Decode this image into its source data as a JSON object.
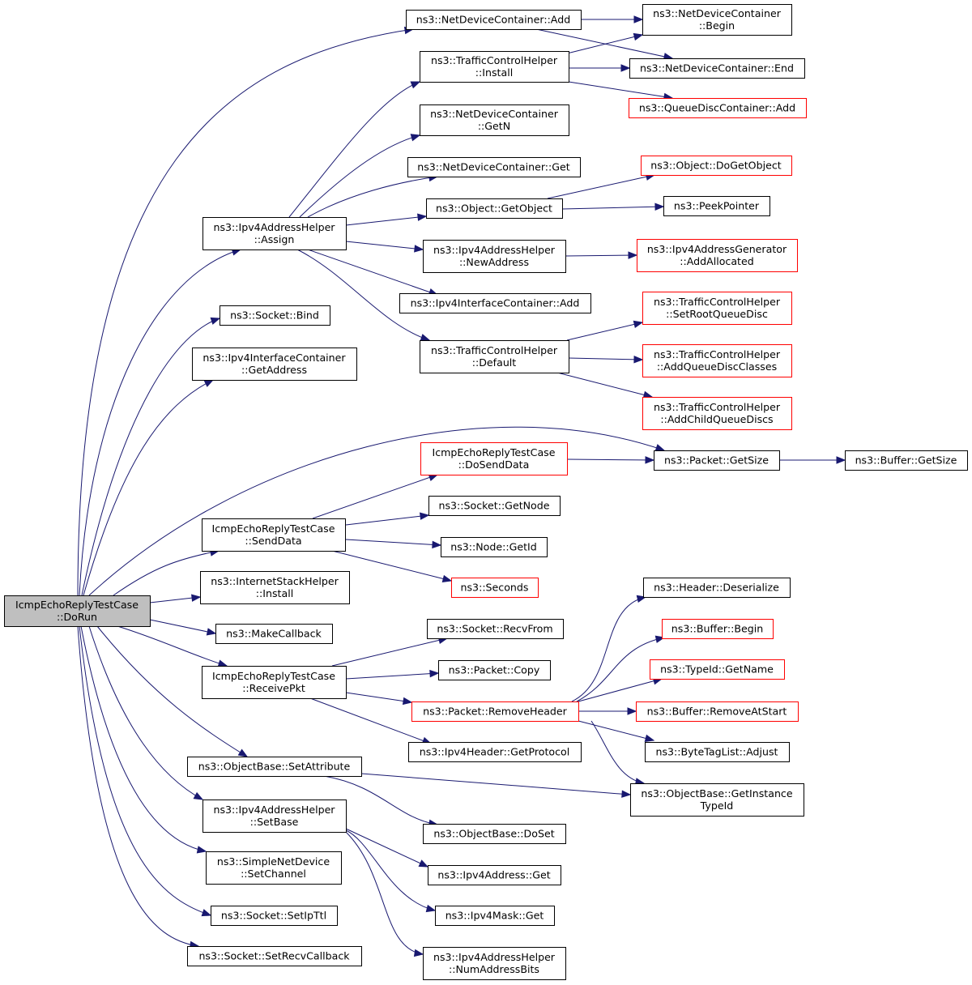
{
  "colors": {
    "edge": "#191970",
    "border_normal": "#000000",
    "border_truncated": "#ff0000",
    "fill_normal": "#ffffff",
    "fill_root": "#bfbfbf"
  },
  "nodes": [
    {
      "id": "root",
      "lines": [
        "IcmpEchoReplyTestCase",
        "::DoRun"
      ],
      "root": true
    },
    {
      "id": "ndc_add",
      "lines": [
        "ns3::NetDeviceContainer::Add"
      ]
    },
    {
      "id": "ndc_begin",
      "lines": [
        "ns3::NetDeviceContainer",
        "::Begin"
      ]
    },
    {
      "id": "ndc_end",
      "lines": [
        "ns3::NetDeviceContainer::End"
      ]
    },
    {
      "id": "tch_install",
      "lines": [
        "ns3::TrafficControlHelper",
        "::Install"
      ]
    },
    {
      "id": "qdc_add",
      "lines": [
        "ns3::QueueDiscContainer::Add"
      ],
      "truncated": true
    },
    {
      "id": "ndc_getn",
      "lines": [
        "ns3::NetDeviceContainer",
        "::GetN"
      ]
    },
    {
      "id": "ndc_get",
      "lines": [
        "ns3::NetDeviceContainer::Get"
      ]
    },
    {
      "id": "obj_dogetobject",
      "lines": [
        "ns3::Object::DoGetObject"
      ],
      "truncated": true
    },
    {
      "id": "obj_getobject",
      "lines": [
        "ns3::Object::GetObject"
      ]
    },
    {
      "id": "peekpointer",
      "lines": [
        "ns3::PeekPointer"
      ]
    },
    {
      "id": "ipv4ah_assign",
      "lines": [
        "ns3::Ipv4AddressHelper",
        "::Assign"
      ]
    },
    {
      "id": "ipv4ah_newaddress",
      "lines": [
        "ns3::Ipv4AddressHelper",
        "::NewAddress"
      ]
    },
    {
      "id": "ipv4ag_addallocated",
      "lines": [
        "ns3::Ipv4AddressGenerator",
        "::AddAllocated"
      ],
      "truncated": true
    },
    {
      "id": "ipv4ic_add",
      "lines": [
        "ns3::Ipv4InterfaceContainer::Add"
      ]
    },
    {
      "id": "tch_setroot",
      "lines": [
        "ns3::TrafficControlHelper",
        "::SetRootQueueDisc"
      ],
      "truncated": true
    },
    {
      "id": "socket_bind",
      "lines": [
        "ns3::Socket::Bind"
      ]
    },
    {
      "id": "tch_default",
      "lines": [
        "ns3::TrafficControlHelper",
        "::Default"
      ]
    },
    {
      "id": "tch_addclasses",
      "lines": [
        "ns3::TrafficControlHelper",
        "::AddQueueDiscClasses"
      ],
      "truncated": true
    },
    {
      "id": "ipv4ic_getaddress",
      "lines": [
        "ns3::Ipv4InterfaceContainer",
        "::GetAddress"
      ]
    },
    {
      "id": "tch_addchild",
      "lines": [
        "ns3::TrafficControlHelper",
        "::AddChildQueueDiscs"
      ],
      "truncated": true
    },
    {
      "id": "dosenddata",
      "lines": [
        "IcmpEchoReplyTestCase",
        "::DoSendData"
      ],
      "truncated": true
    },
    {
      "id": "packet_getsize",
      "lines": [
        "ns3::Packet::GetSize"
      ]
    },
    {
      "id": "buffer_getsize",
      "lines": [
        "ns3::Buffer::GetSize"
      ]
    },
    {
      "id": "socket_getnode",
      "lines": [
        "ns3::Socket::GetNode"
      ]
    },
    {
      "id": "senddata",
      "lines": [
        "IcmpEchoReplyTestCase",
        "::SendData"
      ]
    },
    {
      "id": "node_getid",
      "lines": [
        "ns3::Node::GetId"
      ]
    },
    {
      "id": "seconds",
      "lines": [
        "ns3::Seconds"
      ],
      "truncated": true
    },
    {
      "id": "ish_install",
      "lines": [
        "ns3::InternetStackHelper",
        "::Install"
      ]
    },
    {
      "id": "header_deserialize",
      "lines": [
        "ns3::Header::Deserialize"
      ]
    },
    {
      "id": "makecallback",
      "lines": [
        "ns3::MakeCallback"
      ]
    },
    {
      "id": "buffer_begin",
      "lines": [
        "ns3::Buffer::Begin"
      ],
      "truncated": true
    },
    {
      "id": "socket_recvfrom",
      "lines": [
        "ns3::Socket::RecvFrom"
      ]
    },
    {
      "id": "typeid_getname",
      "lines": [
        "ns3::TypeId::GetName"
      ],
      "truncated": true
    },
    {
      "id": "receivepkt",
      "lines": [
        "IcmpEchoReplyTestCase",
        "::ReceivePkt"
      ]
    },
    {
      "id": "packet_copy",
      "lines": [
        "ns3::Packet::Copy"
      ]
    },
    {
      "id": "packet_removeheader",
      "lines": [
        "ns3::Packet::RemoveHeader"
      ],
      "truncated": true
    },
    {
      "id": "buffer_removeatstart",
      "lines": [
        "ns3::Buffer::RemoveAtStart"
      ],
      "truncated": true
    },
    {
      "id": "ipv4header_getprotocol",
      "lines": [
        "ns3::Ipv4Header::GetProtocol"
      ]
    },
    {
      "id": "btl_adjust",
      "lines": [
        "ns3::ByteTagList::Adjust"
      ]
    },
    {
      "id": "ob_setattribute",
      "lines": [
        "ns3::ObjectBase::SetAttribute"
      ]
    },
    {
      "id": "ob_getinstancetypeid",
      "lines": [
        "ns3::ObjectBase::GetInstance",
        "TypeId"
      ]
    },
    {
      "id": "ipv4ah_setbase",
      "lines": [
        "ns3::Ipv4AddressHelper",
        "::SetBase"
      ]
    },
    {
      "id": "ob_doset",
      "lines": [
        "ns3::ObjectBase::DoSet"
      ]
    },
    {
      "id": "snd_setchannel",
      "lines": [
        "ns3::SimpleNetDevice",
        "::SetChannel"
      ]
    },
    {
      "id": "ipv4address_get",
      "lines": [
        "ns3::Ipv4Address::Get"
      ]
    },
    {
      "id": "socket_setipttl",
      "lines": [
        "ns3::Socket::SetIpTtl"
      ]
    },
    {
      "id": "ipv4mask_get",
      "lines": [
        "ns3::Ipv4Mask::Get"
      ]
    },
    {
      "id": "socket_setrecvcallback",
      "lines": [
        "ns3::Socket::SetRecvCallback"
      ]
    },
    {
      "id": "ipv4ah_numaddressbits",
      "lines": [
        "ns3::Ipv4AddressHelper",
        "::NumAddressBits"
      ]
    }
  ],
  "edges": [
    {
      "from": "root",
      "to": "ndc_add"
    },
    {
      "from": "root",
      "to": "ipv4ah_assign"
    },
    {
      "from": "root",
      "to": "socket_bind"
    },
    {
      "from": "root",
      "to": "ipv4ic_getaddress"
    },
    {
      "from": "root",
      "to": "packet_getsize"
    },
    {
      "from": "root",
      "to": "senddata"
    },
    {
      "from": "root",
      "to": "ish_install"
    },
    {
      "from": "root",
      "to": "makecallback"
    },
    {
      "from": "root",
      "to": "receivepkt"
    },
    {
      "from": "root",
      "to": "ob_setattribute"
    },
    {
      "from": "root",
      "to": "ipv4ah_setbase"
    },
    {
      "from": "root",
      "to": "snd_setchannel"
    },
    {
      "from": "root",
      "to": "socket_setipttl"
    },
    {
      "from": "root",
      "to": "socket_setrecvcallback"
    },
    {
      "from": "ndc_add",
      "to": "ndc_begin"
    },
    {
      "from": "ndc_add",
      "to": "ndc_end"
    },
    {
      "from": "tch_install",
      "to": "ndc_begin"
    },
    {
      "from": "tch_install",
      "to": "ndc_end"
    },
    {
      "from": "tch_install",
      "to": "qdc_add"
    },
    {
      "from": "ipv4ah_assign",
      "to": "tch_install"
    },
    {
      "from": "ipv4ah_assign",
      "to": "ndc_getn"
    },
    {
      "from": "ipv4ah_assign",
      "to": "ndc_get"
    },
    {
      "from": "ipv4ah_assign",
      "to": "obj_getobject"
    },
    {
      "from": "ipv4ah_assign",
      "to": "ipv4ah_newaddress"
    },
    {
      "from": "ipv4ah_assign",
      "to": "ipv4ic_add"
    },
    {
      "from": "ipv4ah_assign",
      "to": "tch_default"
    },
    {
      "from": "obj_getobject",
      "to": "obj_dogetobject"
    },
    {
      "from": "obj_getobject",
      "to": "peekpointer"
    },
    {
      "from": "ipv4ah_newaddress",
      "to": "ipv4ag_addallocated"
    },
    {
      "from": "tch_default",
      "to": "tch_setroot"
    },
    {
      "from": "tch_default",
      "to": "tch_addclasses"
    },
    {
      "from": "tch_default",
      "to": "tch_addchild"
    },
    {
      "from": "senddata",
      "to": "dosenddata"
    },
    {
      "from": "senddata",
      "to": "socket_getnode"
    },
    {
      "from": "senddata",
      "to": "node_getid"
    },
    {
      "from": "senddata",
      "to": "seconds"
    },
    {
      "from": "dosenddata",
      "to": "packet_getsize"
    },
    {
      "from": "packet_getsize",
      "to": "buffer_getsize"
    },
    {
      "from": "receivepkt",
      "to": "socket_recvfrom"
    },
    {
      "from": "receivepkt",
      "to": "packet_copy"
    },
    {
      "from": "receivepkt",
      "to": "packet_removeheader"
    },
    {
      "from": "receivepkt",
      "to": "ipv4header_getprotocol"
    },
    {
      "from": "packet_removeheader",
      "to": "header_deserialize"
    },
    {
      "from": "packet_removeheader",
      "to": "buffer_begin"
    },
    {
      "from": "packet_removeheader",
      "to": "typeid_getname"
    },
    {
      "from": "packet_removeheader",
      "to": "buffer_removeatstart"
    },
    {
      "from": "packet_removeheader",
      "to": "btl_adjust"
    },
    {
      "from": "packet_removeheader",
      "to": "ob_getinstancetypeid"
    },
    {
      "from": "ob_setattribute",
      "to": "ob_getinstancetypeid"
    },
    {
      "from": "ob_setattribute",
      "to": "ob_doset"
    },
    {
      "from": "ipv4ah_setbase",
      "to": "ipv4address_get"
    },
    {
      "from": "ipv4ah_setbase",
      "to": "ipv4mask_get"
    },
    {
      "from": "ipv4ah_setbase",
      "to": "ipv4ah_numaddressbits"
    }
  ]
}
